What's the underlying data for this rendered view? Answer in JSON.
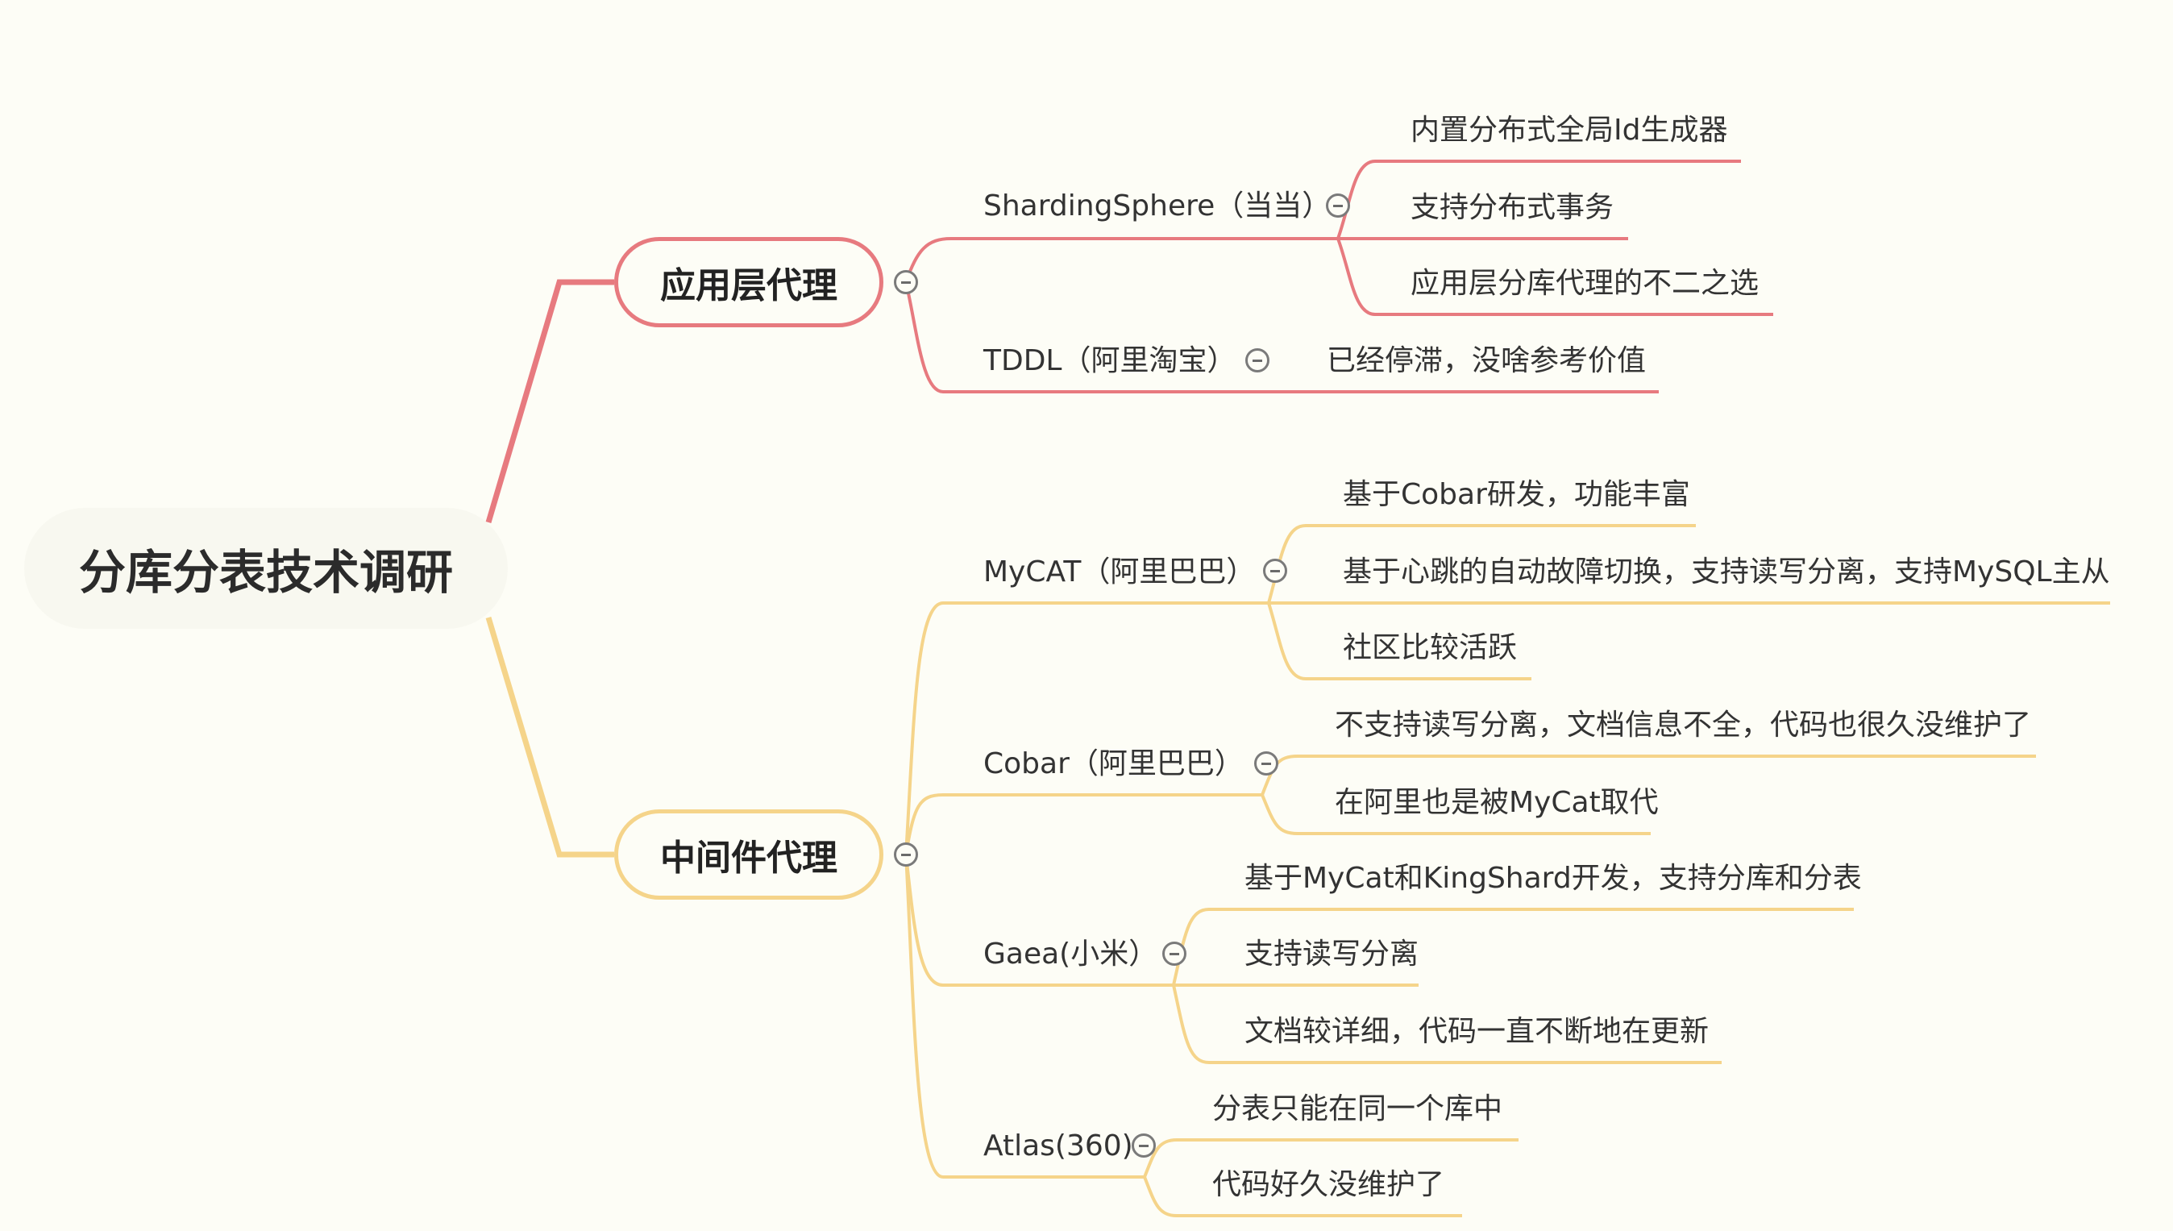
{
  "mindmap": {
    "root": {
      "label": "分库分表技术调研"
    },
    "branches": [
      {
        "label": "应用层代理",
        "color": "#e77a7f",
        "children": [
          {
            "label": "ShardingSphere（当当）",
            "children": [
              "内置分布式全局Id生成器",
              "支持分布式事务",
              "应用层分库代理的不二之选"
            ]
          },
          {
            "label": "TDDL（阿里淘宝）",
            "children": [
              "已经停滞，没啥参考价值"
            ]
          }
        ]
      },
      {
        "label": "中间件代理",
        "color": "#f5d48a",
        "children": [
          {
            "label": "MyCAT（阿里巴巴）",
            "children": [
              "基于Cobar研发，功能丰富",
              "基于心跳的自动故障切换，支持读写分离，支持MySQL主从",
              "社区比较活跃"
            ]
          },
          {
            "label": "Cobar（阿里巴巴）",
            "children": [
              "不支持读写分离，文档信息不全，代码也很久没维护了",
              "在阿里也是被MyCat取代"
            ]
          },
          {
            "label": "Gaea(小米）",
            "children": [
              "基于MyCat和KingShard开发，支持分库和分表",
              "支持读写分离",
              "文档较详细，代码一直不断地在更新"
            ]
          },
          {
            "label": "Atlas(360)",
            "children": [
              "分表只能在同一个库中",
              "代码好久没维护了"
            ]
          }
        ]
      }
    ]
  }
}
